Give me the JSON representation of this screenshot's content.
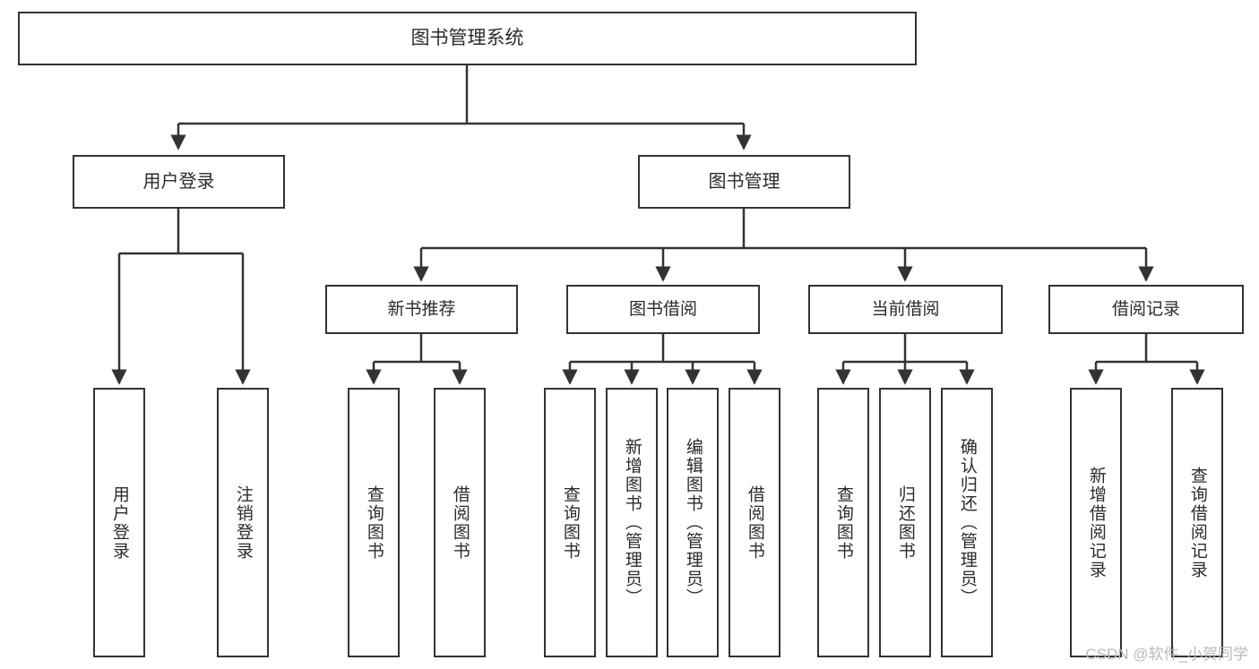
{
  "diagram": {
    "title": "图书管理系统",
    "type": "tree",
    "colors": {
      "box_border": "#333333",
      "box_fill": "#ffffff",
      "text": "#2b2b2b",
      "connector": "#333333",
      "background": "#ffffff",
      "watermark": "#b9b9b9"
    },
    "watermark": "CSDN @软件_小贺同学",
    "nodes": {
      "root": {
        "label": "图书管理系统"
      },
      "level1": [
        {
          "id": "user-login",
          "label": "用户登录"
        },
        {
          "id": "book-manage",
          "label": "图书管理"
        }
      ],
      "level2": [
        {
          "id": "new-book-recommend",
          "label": "新书推荐",
          "parent": "book-manage"
        },
        {
          "id": "book-borrow",
          "label": "图书借阅",
          "parent": "book-manage"
        },
        {
          "id": "current-borrow",
          "label": "当前借阅",
          "parent": "book-manage"
        },
        {
          "id": "borrow-record",
          "label": "借阅记录",
          "parent": "book-manage"
        }
      ],
      "leaves": [
        {
          "id": "leaf-user-login",
          "label": "用户登录",
          "parent": "user-login"
        },
        {
          "id": "leaf-logout",
          "label": "注销登录",
          "parent": "user-login"
        },
        {
          "id": "leaf-query-book-1",
          "label": "查询图书",
          "parent": "new-book-recommend"
        },
        {
          "id": "leaf-borrow-book-1",
          "label": "借阅图书",
          "parent": "new-book-recommend"
        },
        {
          "id": "leaf-query-book-2",
          "label": "查询图书",
          "parent": "book-borrow"
        },
        {
          "id": "leaf-add-book",
          "label": "新增图书（管理员）",
          "parent": "book-borrow"
        },
        {
          "id": "leaf-edit-book",
          "label": "编辑图书（管理员）",
          "parent": "book-borrow"
        },
        {
          "id": "leaf-borrow-book-2",
          "label": "借阅图书",
          "parent": "book-borrow"
        },
        {
          "id": "leaf-query-book-3",
          "label": "查询图书",
          "parent": "current-borrow"
        },
        {
          "id": "leaf-return-book",
          "label": "归还图书",
          "parent": "current-borrow"
        },
        {
          "id": "leaf-confirm-return",
          "label": "确认归还（管理员）",
          "parent": "current-borrow"
        },
        {
          "id": "leaf-add-record",
          "label": "新增借阅记录",
          "parent": "borrow-record"
        },
        {
          "id": "leaf-query-record",
          "label": "查询借阅记录",
          "parent": "borrow-record"
        }
      ]
    }
  }
}
